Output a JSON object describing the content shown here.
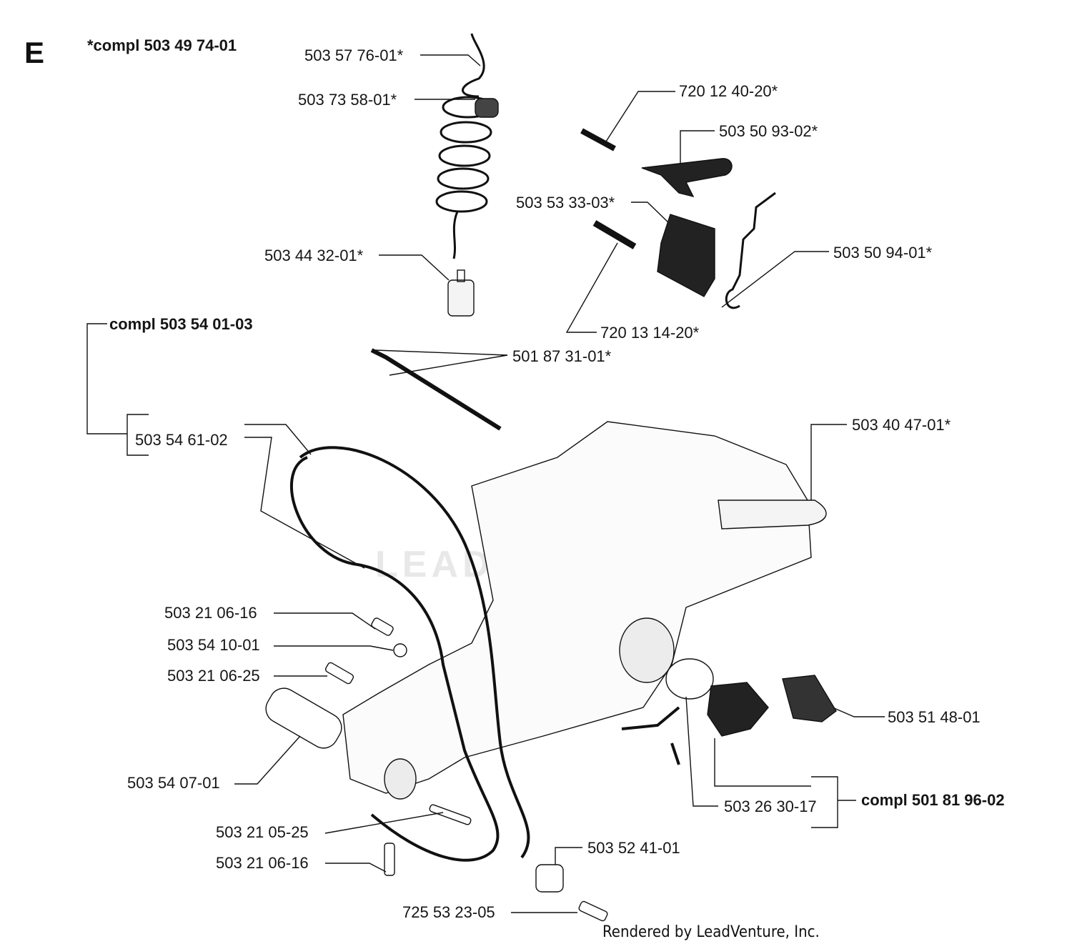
{
  "section_letter": "E",
  "credit": "Rendered by LeadVenture, Inc.",
  "watermark": "LEADVENTURE",
  "kits": {
    "kit_a": "*compl 503 49 74-01",
    "kit_b": "compl 503 54 01-03",
    "kit_c": "compl 501 81 96-02"
  },
  "parts": [
    "503 57 76-01*",
    "503 73 58-01*",
    "503 44 32-01*",
    "720 12 40-20*",
    "503 50 93-02*",
    "503 53 33-03*",
    "503 50 94-01*",
    "720 13 14-20*",
    "501 87 31-01*",
    "503 40 47-01*",
    "503 54 61-02",
    "503 21 06-16",
    "503 54 10-01",
    "503 21 06-25",
    "503 54 07-01",
    "503 21 05-25",
    "503 21 06-16",
    "503 52 41-01",
    "725 53 23-05",
    "503 26 30-17",
    "503 51 48-01"
  ]
}
